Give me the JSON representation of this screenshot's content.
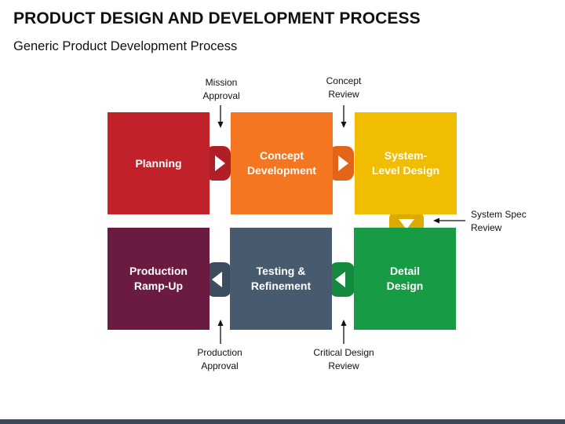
{
  "header": {
    "title": "PRODUCT DESIGN AND DEVELOPMENT PROCESS",
    "subtitle": "Generic Product Development Process"
  },
  "steps": [
    {
      "label": "Planning",
      "color": "#c1222a"
    },
    {
      "label": "Concept\nDevelopment",
      "color": "#f47621"
    },
    {
      "label": "System-\nLevel Design",
      "color": "#f0bd00"
    },
    {
      "label": "Detail\nDesign",
      "color": "#179b45"
    },
    {
      "label": "Testing &\nRefinement",
      "color": "#475a6e"
    },
    {
      "label": "Production\nRamp-Up",
      "color": "#6b1a42"
    }
  ],
  "milestones": {
    "mission_approval": "Mission\nApproval",
    "concept_review": "Concept\nReview",
    "system_spec_review": "System Spec\nReview",
    "critical_design_review": "Critical Design\nReview",
    "production_approval": "Production\nApproval"
  },
  "colors": {
    "bottom_bar": "#3b4a5a"
  }
}
